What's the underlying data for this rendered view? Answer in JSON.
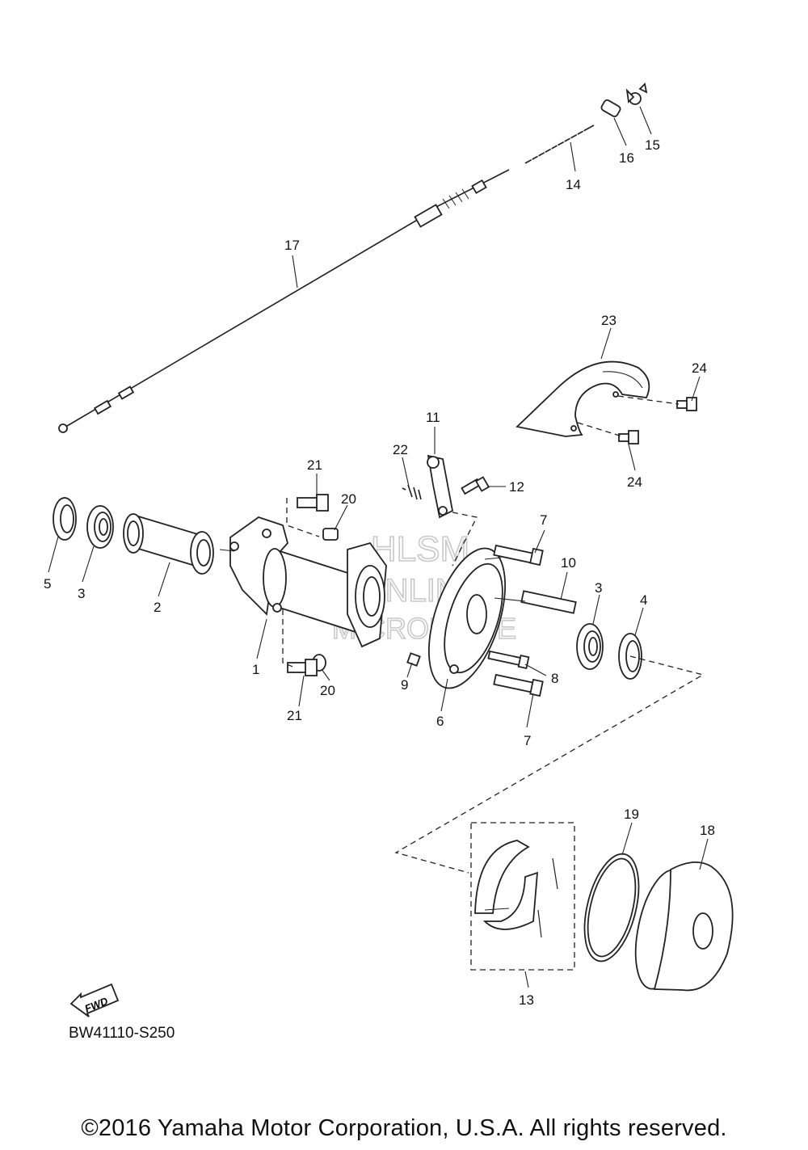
{
  "diagram": {
    "code": "BW41110-S250",
    "copyright": "©2016 Yamaha Motor Corporation, U.S.A. All rights reserved.",
    "watermark": [
      "HLSM",
      "ONLINE",
      "MICROFICHE"
    ],
    "fwd_label": "FWD",
    "callouts": {
      "c1": "1",
      "c2": "2",
      "c3a": "3",
      "c3b": "3",
      "c4": "4",
      "c5": "5",
      "c6": "6",
      "c7a": "7",
      "c7b": "7",
      "c8": "8",
      "c9": "9",
      "c10": "10",
      "c11": "11",
      "c12": "12",
      "c13": "13",
      "c14": "14",
      "c15": "15",
      "c16": "16",
      "c17": "17",
      "c18": "18",
      "c19": "19",
      "c20a": "20",
      "c20b": "20",
      "c21a": "21",
      "c21b": "21",
      "c22": "22",
      "c23": "23",
      "c24a": "24",
      "c24b": "24"
    }
  }
}
